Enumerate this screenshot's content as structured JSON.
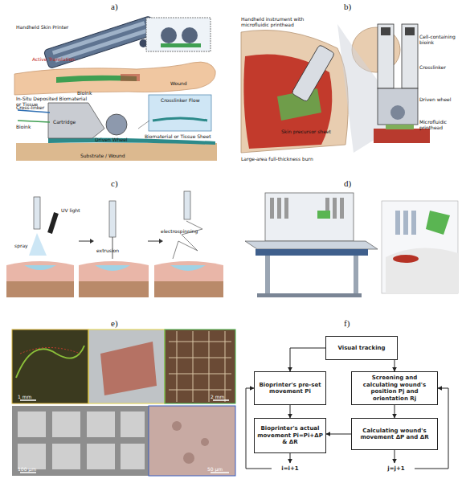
{
  "diagram": {
    "nodes": [
      {
        "text": [
          "Visual tracking"
        ]
      },
      {
        "text": [
          "Bioprinter's pre-set movement Pi"
        ]
      },
      {
        "text": [
          "Screening and calculating wound's position Pj and orientation Rj"
        ]
      },
      {
        "text": [
          "Bioprinter's actual movement Pi=Pi+ΔP & ΔR"
        ]
      },
      {
        "text": [
          "Calculating wound's movement ΔP and ΔR"
        ]
      },
      {
        "text": [
          "i=i+1"
        ]
      },
      {
        "text": [
          "j=j+1"
        ]
      }
    ],
    "edges": [
      {
        "from": 0,
        "to": 1,
        "arrow": "to"
      },
      {
        "from": 0,
        "to": 2,
        "arrow": "to"
      },
      {
        "from": 1,
        "to": 3,
        "arrow": "to"
      },
      {
        "from": 2,
        "to": 4,
        "arrow": "to"
      },
      {
        "from": 4,
        "to": 3,
        "arrow": "to"
      },
      {
        "from": 3,
        "to": 5,
        "arrow": "to"
      },
      {
        "from": 5,
        "to": 1,
        "arrow": "to"
      },
      {
        "from": 4,
        "to": 6,
        "arrow": "to"
      },
      {
        "from": 6,
        "to": 2,
        "arrow": "to"
      }
    ],
    "labels": [
      "a)",
      "b)",
      "c)",
      "d)",
      "e)",
      "f)",
      "Handheld Skin Printer",
      "Active Translation",
      "Bioink",
      "In-Situ Deposited Biomaterial or Tissue",
      "Wound",
      "Cross-linker",
      "Bioink",
      "Driven Wheel",
      "Crosslinker Flow",
      "Cartridge",
      "Biomaterial or Tissue Sheet",
      "Substrate / Wound",
      "Handheld instrument with microfluidic printhead",
      "Large-area full-thickness burn",
      "Skin precursor sheet",
      "Cell-containing bioink",
      "Crosslinker",
      "Driven wheel",
      "Microfluidic printhead",
      "spray",
      "UV light",
      "extrusion",
      "electrospinning",
      "1 mm",
      "2 mm",
      "100 μm",
      "50 μm"
    ]
  }
}
